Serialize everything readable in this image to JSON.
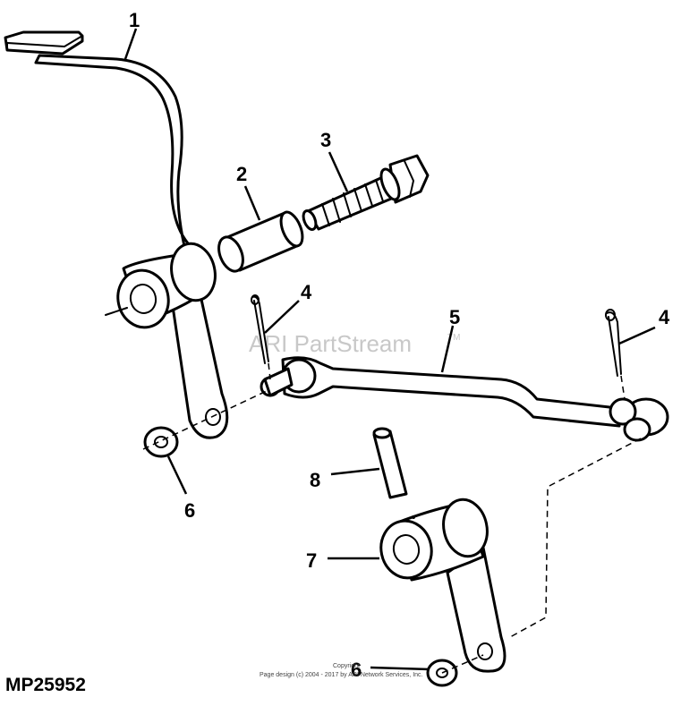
{
  "callouts": {
    "c1": "1",
    "c2": "2",
    "c3": "3",
    "c4a": "4",
    "c4b": "4",
    "c5": "5",
    "c6a": "6",
    "c6b": "6",
    "c7": "7",
    "c8": "8"
  },
  "figure_id": "MP25952",
  "watermark": "ARI PartStream",
  "watermark_tm": "TM",
  "copyright": {
    "line1": "Copyright",
    "line2": "Page design (c) 2004 - 2017 by ARI Network Services, Inc."
  }
}
